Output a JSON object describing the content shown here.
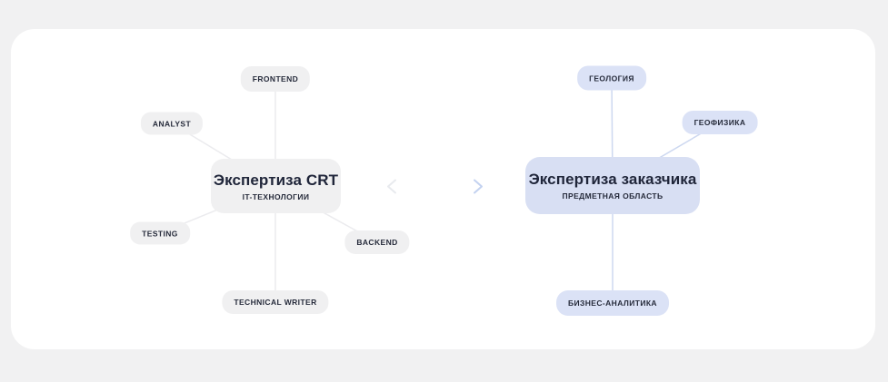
{
  "canvas": {
    "page_bg": "#f1f1f2",
    "card_bg": "#ffffff"
  },
  "left_cluster": {
    "center": {
      "title": "Экспертиза CRT",
      "subtitle": "IT-ТЕХНОЛОГИИ"
    },
    "satellites": [
      {
        "label": "FRONTEND"
      },
      {
        "label": "ANALYST"
      },
      {
        "label": "TESTING"
      },
      {
        "label": "BACKEND"
      },
      {
        "label": "TECHNICAL WRITER"
      }
    ],
    "colors": {
      "node_bg": "#f0f0f1",
      "text": "#262b3b",
      "line": "#ebebee"
    }
  },
  "right_cluster": {
    "center": {
      "title": "Экспертиза заказчика",
      "subtitle": "ПРЕДМЕТНАЯ ОБЛАСТЬ"
    },
    "satellites": [
      {
        "label": "ГЕОЛОГИЯ"
      },
      {
        "label": "ГЕОФИЗИКА"
      },
      {
        "label": "БИЗНЕС-АНАЛИТИКА"
      }
    ],
    "colors": {
      "center_bg": "#d8dff3",
      "node_bg": "#dbe2f6",
      "text": "#262b3b",
      "line": "#cdd8f0"
    }
  },
  "connector": {
    "type": "double-headed-arrow",
    "left_color": "#e8eaee",
    "right_color": "#c3d2f0"
  }
}
